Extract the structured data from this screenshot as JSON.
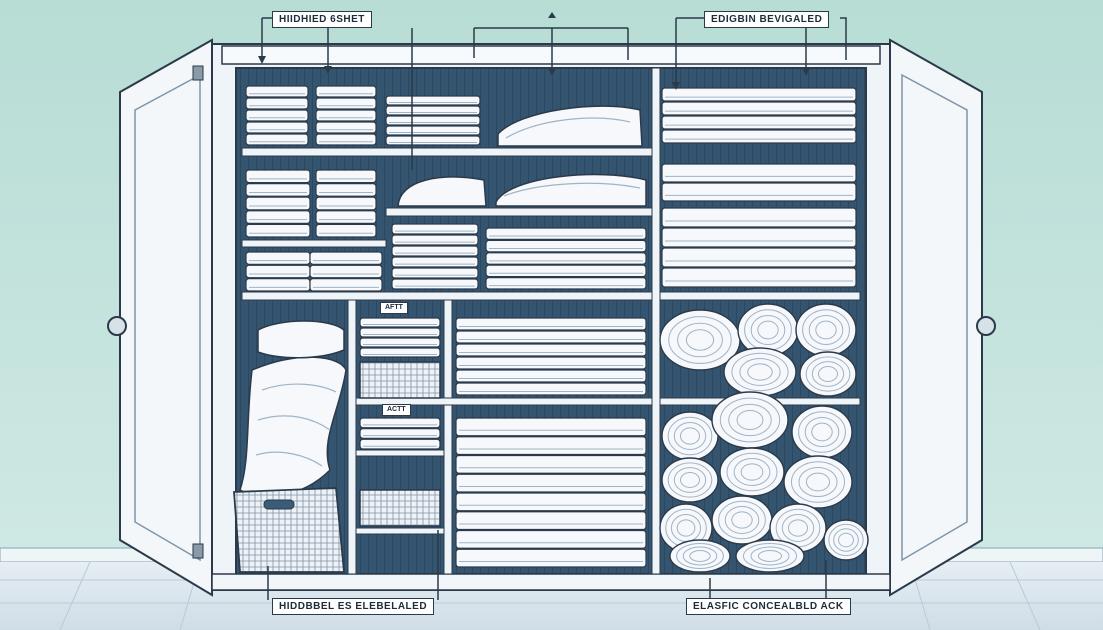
{
  "callouts": {
    "top_left": "HIIDHIED 6SHET",
    "top_right": "EDIGBIN BEVIGALED",
    "bottom_left": "HIDDBBEL ES ELEBELALED",
    "bottom_right": "ELASFIC CONCEALBLD ACK",
    "shelf_tag_upper": "AFTT",
    "shelf_tag_lower": "ACTT"
  },
  "colors": {
    "wall": "#bfe0d8",
    "floor": "#dfe9ef",
    "cabinet_interior": "#2f4f6a",
    "cabinet_frame": "#eef4f8",
    "linen": "#f6f8fb",
    "linen_shadow": "#9fb4c6",
    "outline": "#2b3a4a"
  }
}
